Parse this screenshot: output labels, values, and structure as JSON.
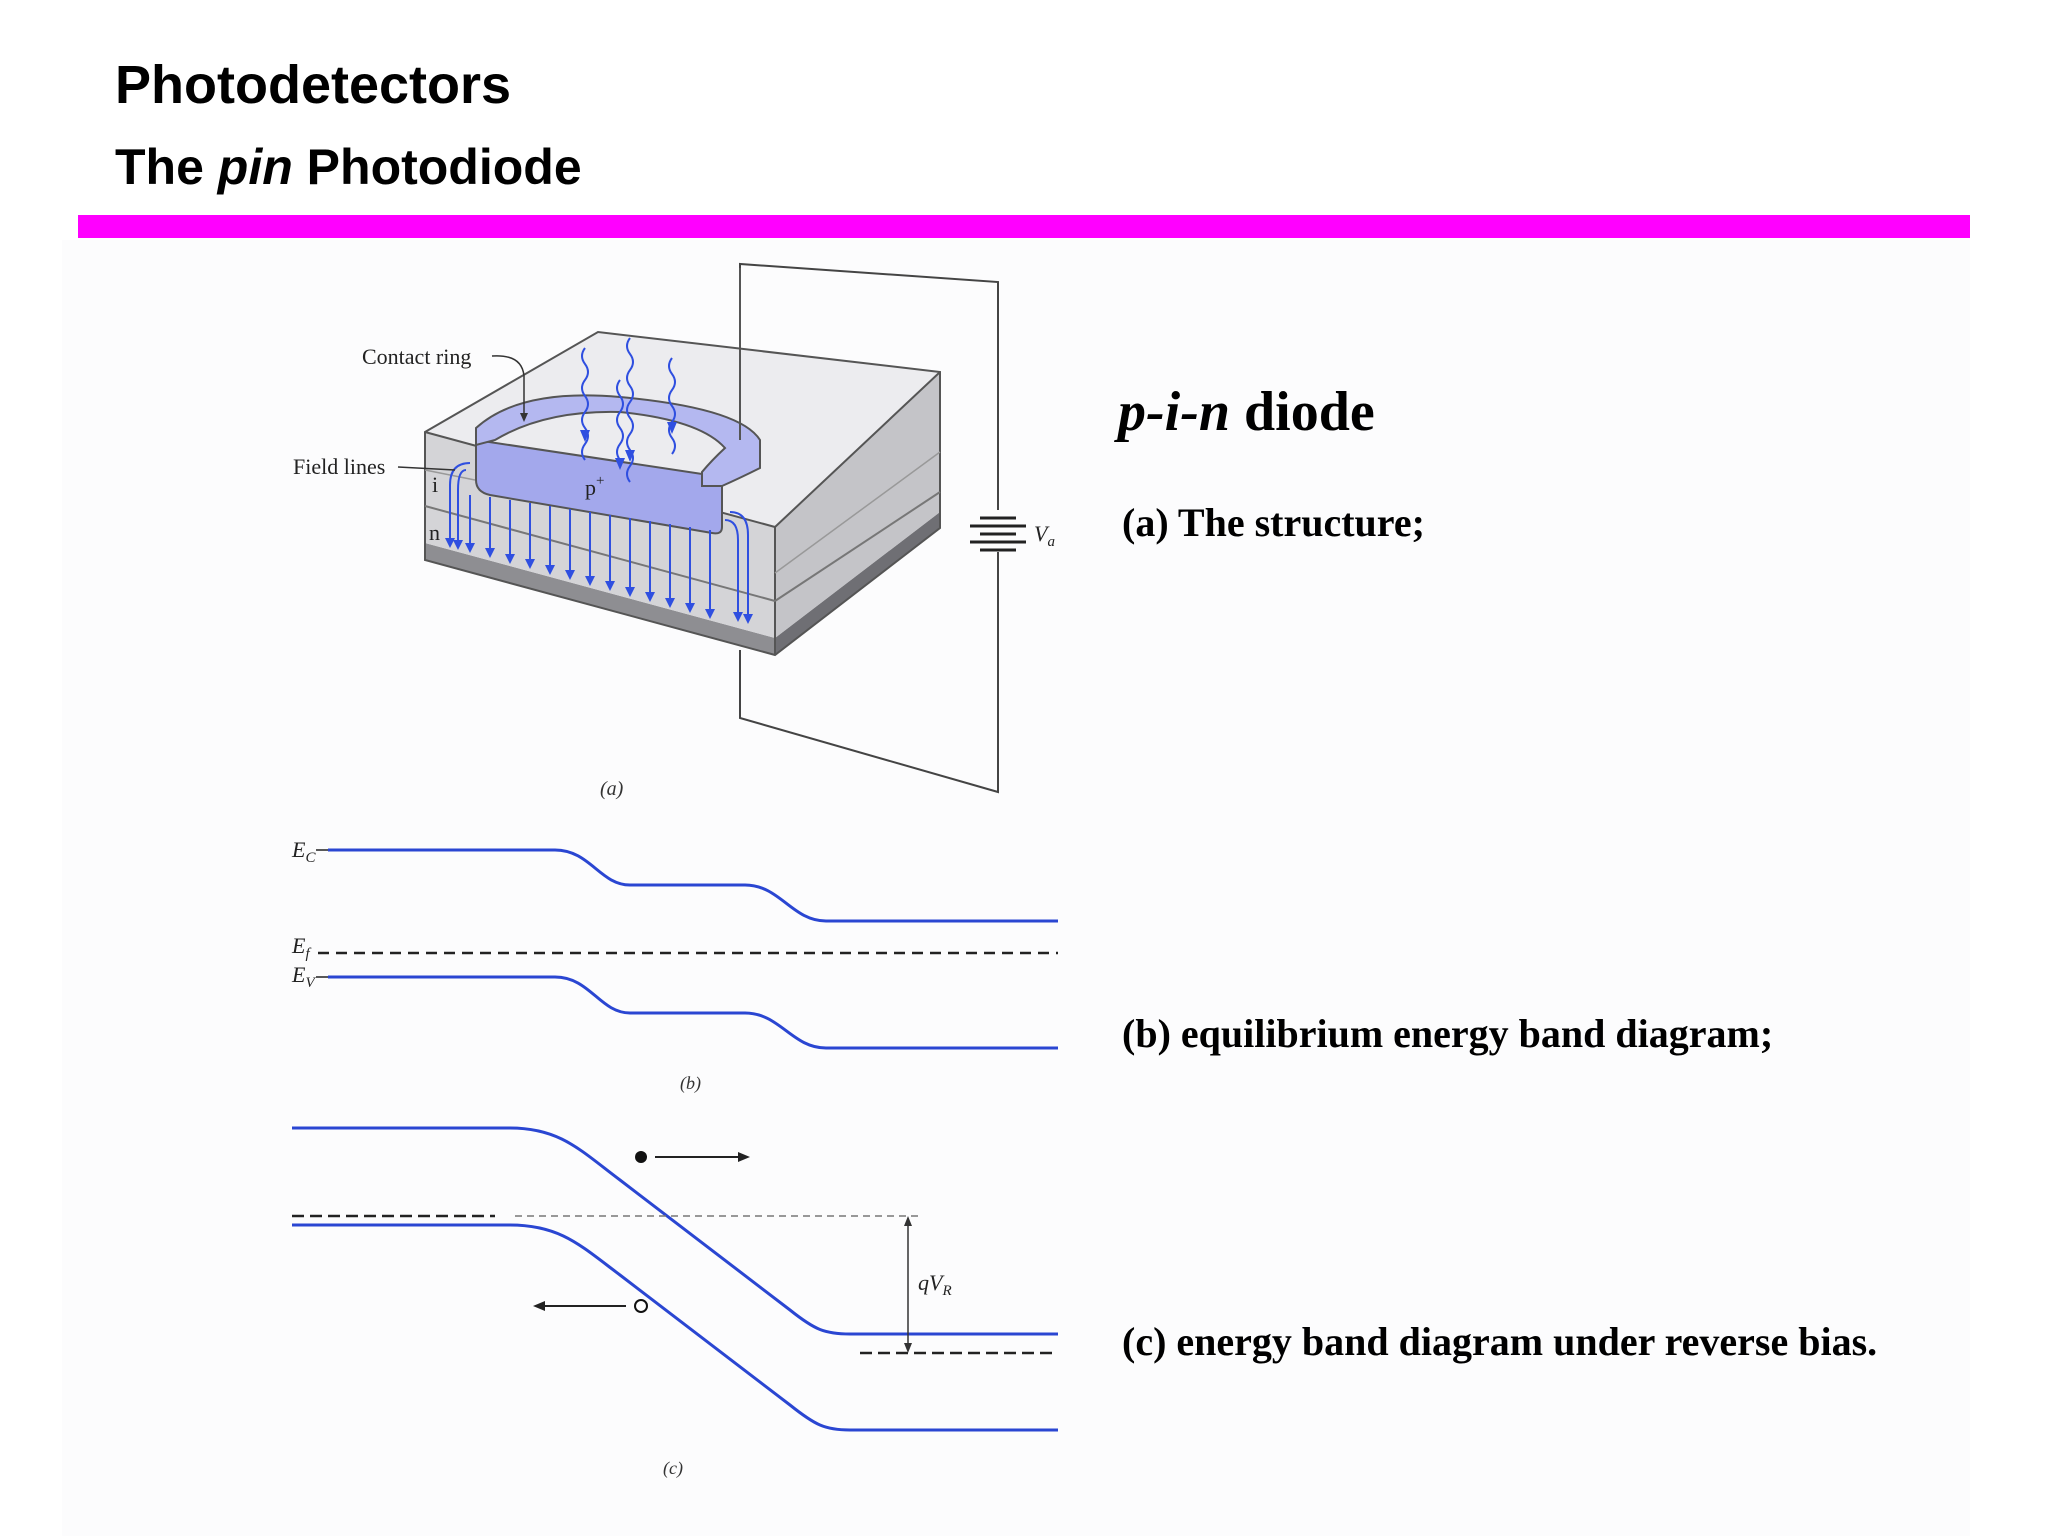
{
  "slide": {
    "title": "Photodetectors",
    "subtitle_pre": "The ",
    "subtitle_italic": "pin",
    "subtitle_post": " Photodiode",
    "accent_color": "#ff00ff"
  },
  "figure_a": {
    "contact_ring_label": "Contact ring",
    "field_lines_label": "Field lines",
    "layer_i": "i",
    "layer_n": "n",
    "layer_p": "p",
    "layer_p_sup": "+",
    "voltage_label": "V",
    "voltage_sub": "a",
    "tag": "(a)"
  },
  "figure_b": {
    "ec_label": "E",
    "ec_sub": "C",
    "ef_label": "E",
    "ef_sub": "f",
    "ev_label": "E",
    "ev_sub": "V",
    "tag": "(b)"
  },
  "figure_c": {
    "bias_label": "qV",
    "bias_sub": "R",
    "tag": "(c)"
  },
  "text": {
    "heading_italic": "p-i-n",
    "heading_rest": " diode",
    "caption_a": "(a) The structure;",
    "caption_b": "(b) equilibrium energy band diagram;",
    "caption_c": "(c) energy band diagram under reverse bias."
  },
  "colors": {
    "band_line": "#2a46d2",
    "field_line": "#2f4fe0",
    "p_region": "#a3a8ec",
    "device_side": "#d4d4d7",
    "device_top": "#ececef",
    "substrate": "#8e8e92"
  }
}
